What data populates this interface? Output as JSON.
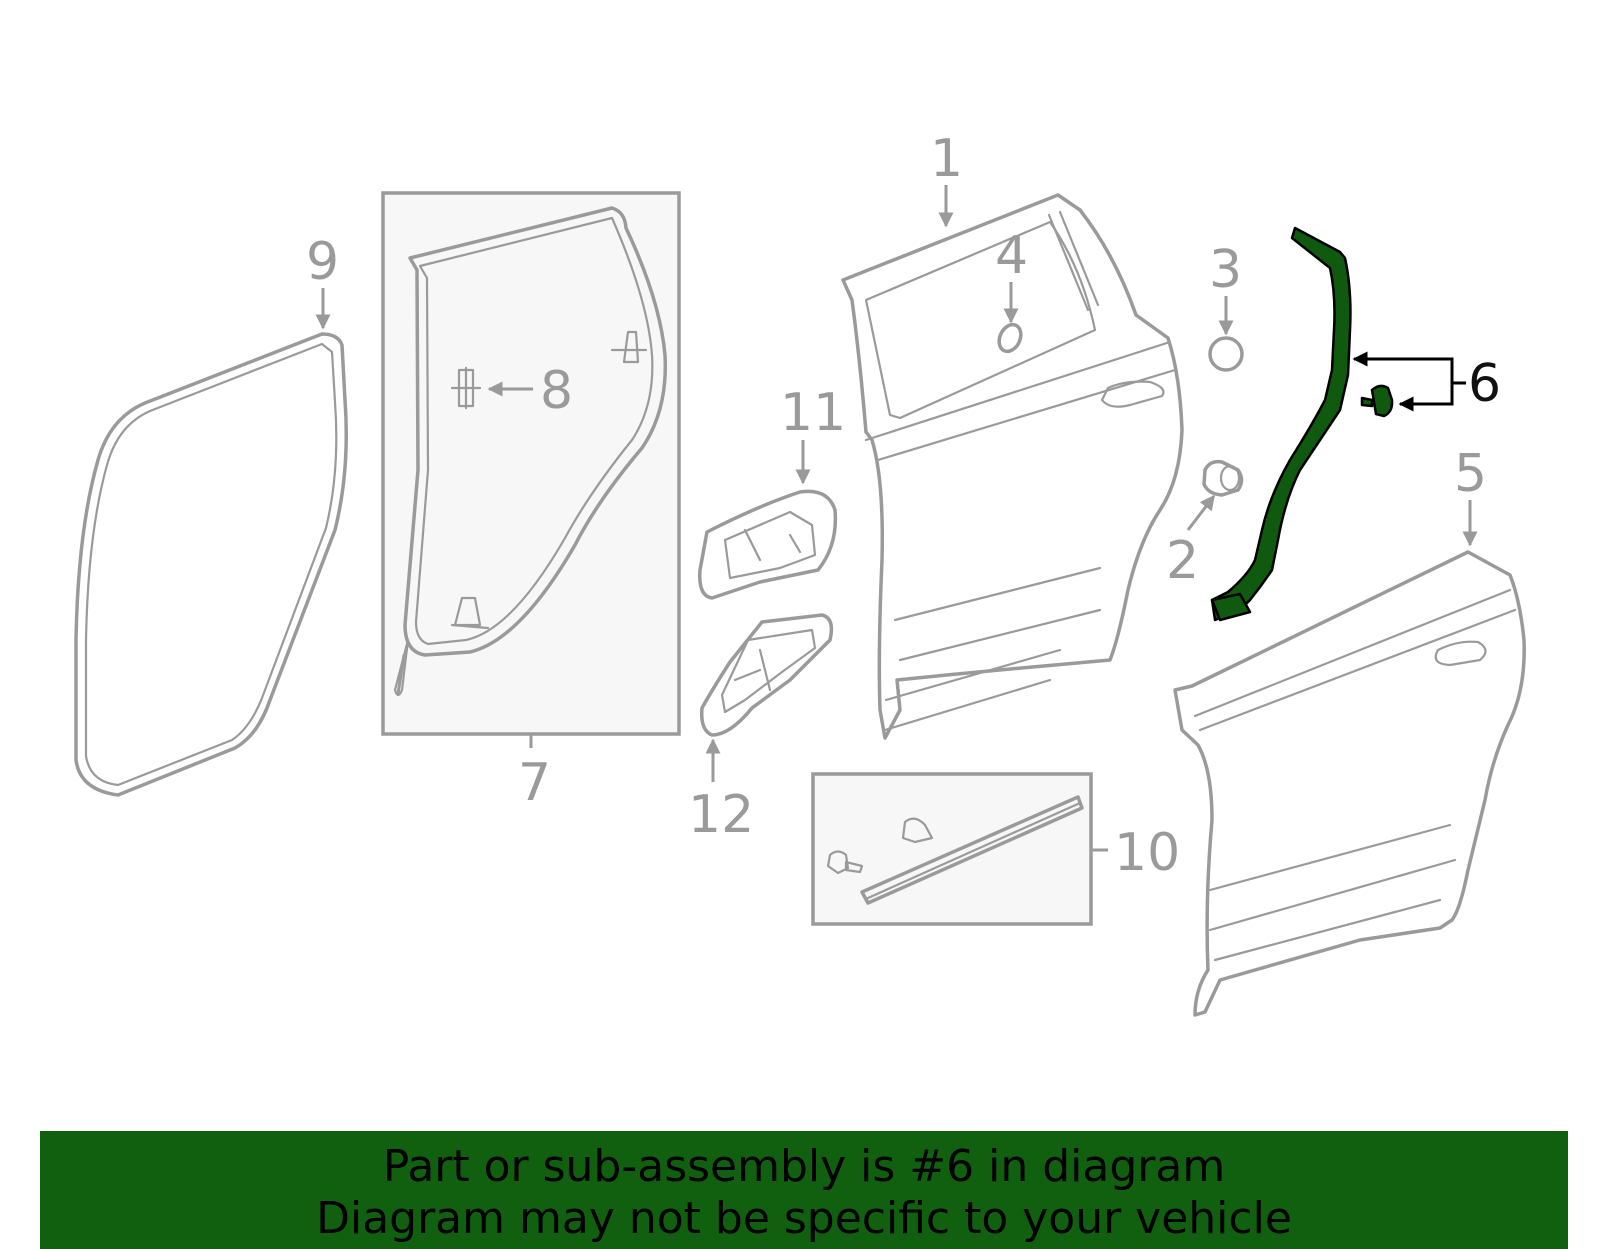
{
  "callouts": {
    "c1": "1",
    "c2": "2",
    "c3": "3",
    "c4": "4",
    "c5": "5",
    "c6": "6",
    "c7": "7",
    "c8": "8",
    "c9": "9",
    "c10": "10",
    "c11": "11",
    "c12": "12"
  },
  "highlighted_part": "6",
  "banner": {
    "line1": "Part or sub-assembly is #6 in diagram",
    "line2": "Diagram may not be specific to your vehicle"
  },
  "colors": {
    "banner_bg": "#106010",
    "part_line": "#9a9a9a",
    "highlight_fill": "#0f5a0f",
    "box_fill": "#f7f7f7"
  }
}
